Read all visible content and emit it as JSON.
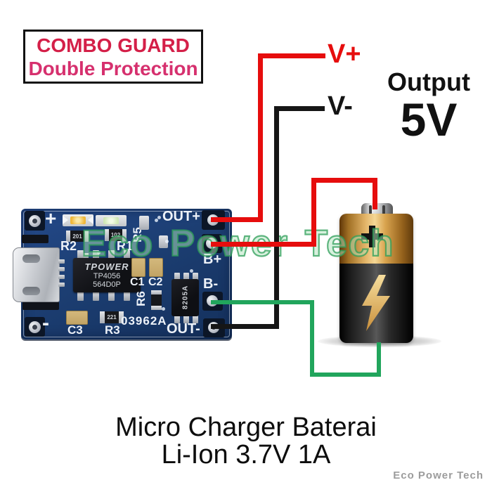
{
  "info_box": {
    "line1": "COMBO GUARD",
    "line2": "Double Protection"
  },
  "output_labels": {
    "v_plus": "V+",
    "v_minus": "V-",
    "title": "Output",
    "voltage": "5V"
  },
  "board": {
    "silk": {
      "plus": "+",
      "minus": "-",
      "out_plus": "OUT+",
      "b_plus": "B+",
      "b_minus": "B-",
      "out_minus": "OUT-",
      "r1": "R1",
      "r2": "R2",
      "r3": "R3",
      "r5": "R5",
      "r6": "R6",
      "c1": "C1",
      "c2": "C2",
      "c3": "C3",
      "part_number": "03962A"
    },
    "main_chip": {
      "brand": "TPOWER",
      "model": "TP4056",
      "batch": "564D0P"
    },
    "protection_chip": {
      "model": "8205A"
    },
    "smd_values": {
      "r2": "201",
      "r1": "102",
      "r3": "221"
    }
  },
  "watermarks": {
    "center": "Eco Power Tech",
    "corner": "Eco Power Tech"
  },
  "caption": {
    "line1": "Micro Charger Baterai",
    "line2": "Li-Ion 3.7V 1A"
  },
  "colors": {
    "positive_wire": "#e60d0d",
    "negative_wire": "#161616",
    "battery_negative_wire": "#21a55c",
    "pcb_blue": "#1c3e72",
    "info_line1": "#d41f48",
    "info_line2": "#d6306e",
    "watermark_green": "#58b57c",
    "battery_gold": "#d9a44f"
  }
}
